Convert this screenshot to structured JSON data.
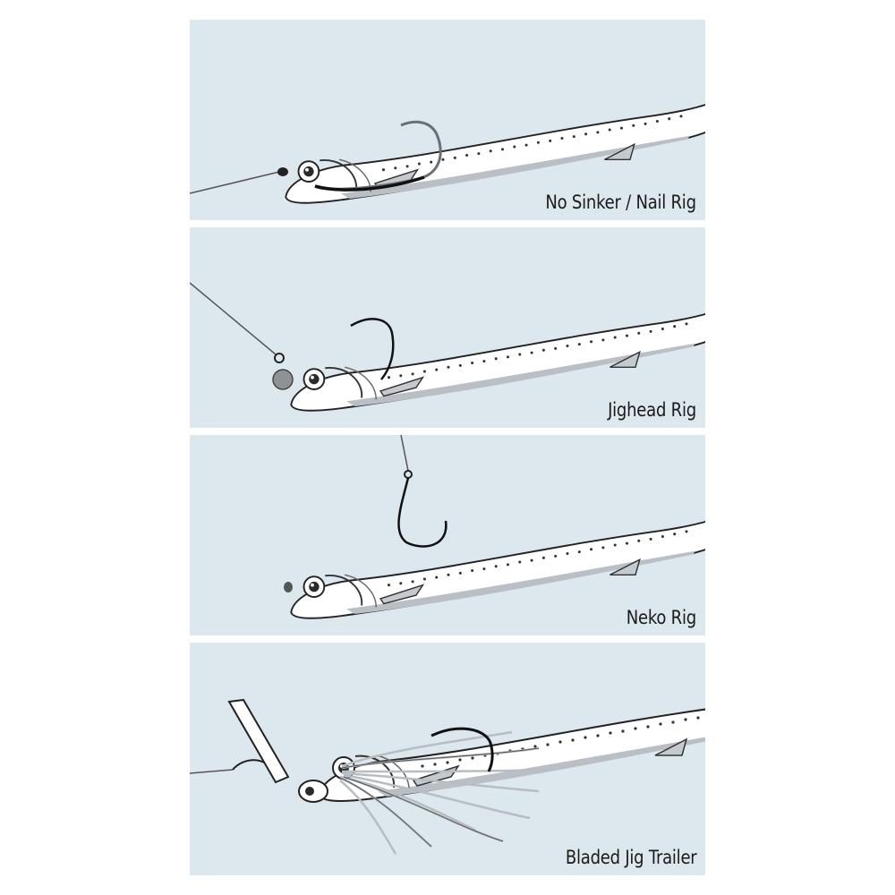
{
  "panels": [
    {
      "label": "No Sinker / Nail Rig"
    },
    {
      "label": "Jighead Rig"
    },
    {
      "label": "Neko Rig"
    },
    {
      "label": "Bladed Jig Trailer"
    }
  ]
}
